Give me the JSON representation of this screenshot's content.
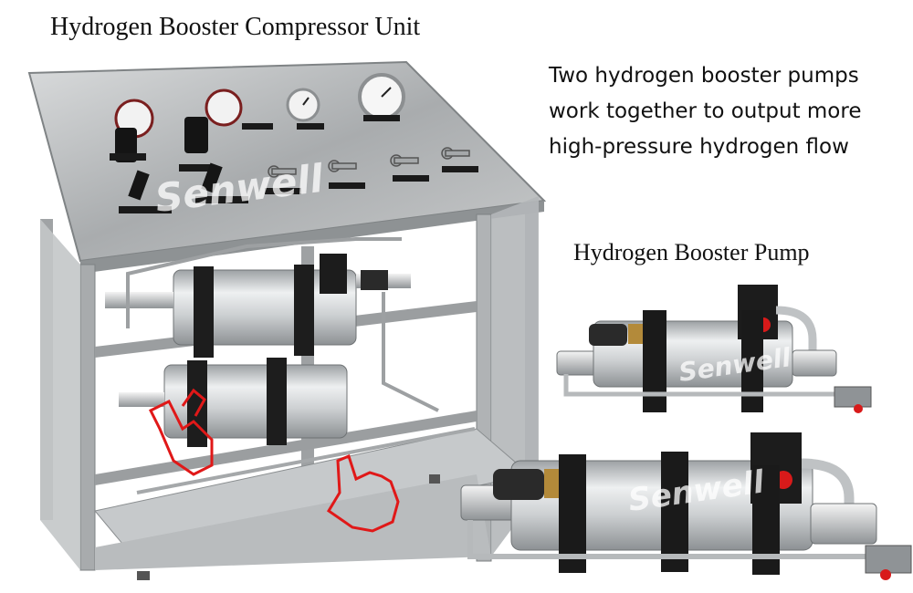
{
  "headings": {
    "unit_title": "Hydrogen Booster Compressor Unit",
    "pump_title": "Hydrogen Booster Pump"
  },
  "description": {
    "lines": [
      "Two hydrogen booster pumps",
      "work together to output more",
      "high-pressure hydrogen flow"
    ]
  },
  "watermark": {
    "text": "Senwell"
  },
  "colors": {
    "stainless": "#b9bcbd",
    "cylinder": "#cfd2d4",
    "bracket": "#1a1a1a",
    "fitting_red": "#d81a1a",
    "hand_outline": "#e01818"
  }
}
